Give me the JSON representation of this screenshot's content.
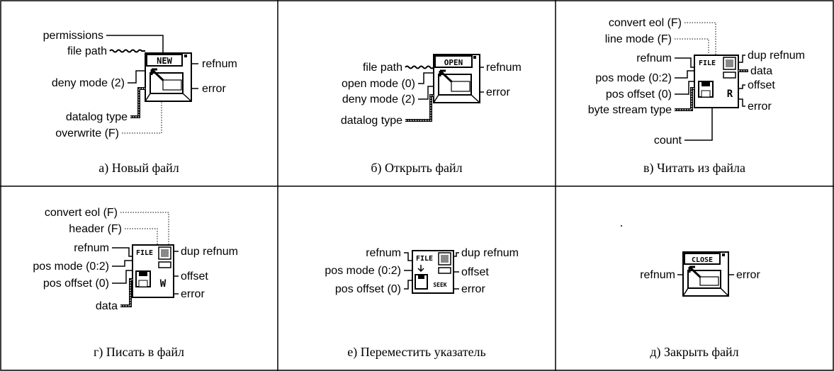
{
  "cells": {
    "new": {
      "caption": "а) Новый файл",
      "icon_text": "NEW",
      "inputs": [
        "permissions",
        "file path",
        "deny mode (2)",
        "datalog type",
        "overwrite (F)"
      ],
      "outputs": [
        "refnum",
        "error"
      ]
    },
    "open": {
      "caption": "б) Открыть файл",
      "icon_text": "OPEN",
      "inputs": [
        "file path",
        "open mode (0)",
        "deny mode (2)",
        "datalog type"
      ],
      "outputs": [
        "refnum",
        "error"
      ]
    },
    "read": {
      "caption": "в) Читать из файла",
      "icon_text": "FILE",
      "icon_letter": "R",
      "inputs": [
        "convert eol (F)",
        "line mode (F)",
        "refnum",
        "pos mode (0:2)",
        "pos offset (0)",
        "byte stream type",
        "count"
      ],
      "outputs": [
        "dup refnum",
        "data",
        "offset",
        "error"
      ]
    },
    "write": {
      "caption": "г) Писать в файл",
      "icon_text": "FILE",
      "icon_letter": "W",
      "inputs": [
        "convert eol (F)",
        "header (F)",
        "refnum",
        "pos mode (0:2)",
        "pos offset (0)",
        "data"
      ],
      "outputs": [
        "dup refnum",
        "offset",
        "error"
      ]
    },
    "seek": {
      "caption": "е) Переместить указатель",
      "icon_text": "FILE",
      "icon_letter": "SEEK",
      "inputs": [
        "refnum",
        "pos mode (0:2)",
        "pos offset (0)"
      ],
      "outputs": [
        "dup refnum",
        "offset",
        "error"
      ]
    },
    "close": {
      "caption": "д) Закрыть файл",
      "icon_text": "CLOSE",
      "inputs": [
        "refnum"
      ],
      "outputs": [
        "error"
      ]
    }
  }
}
